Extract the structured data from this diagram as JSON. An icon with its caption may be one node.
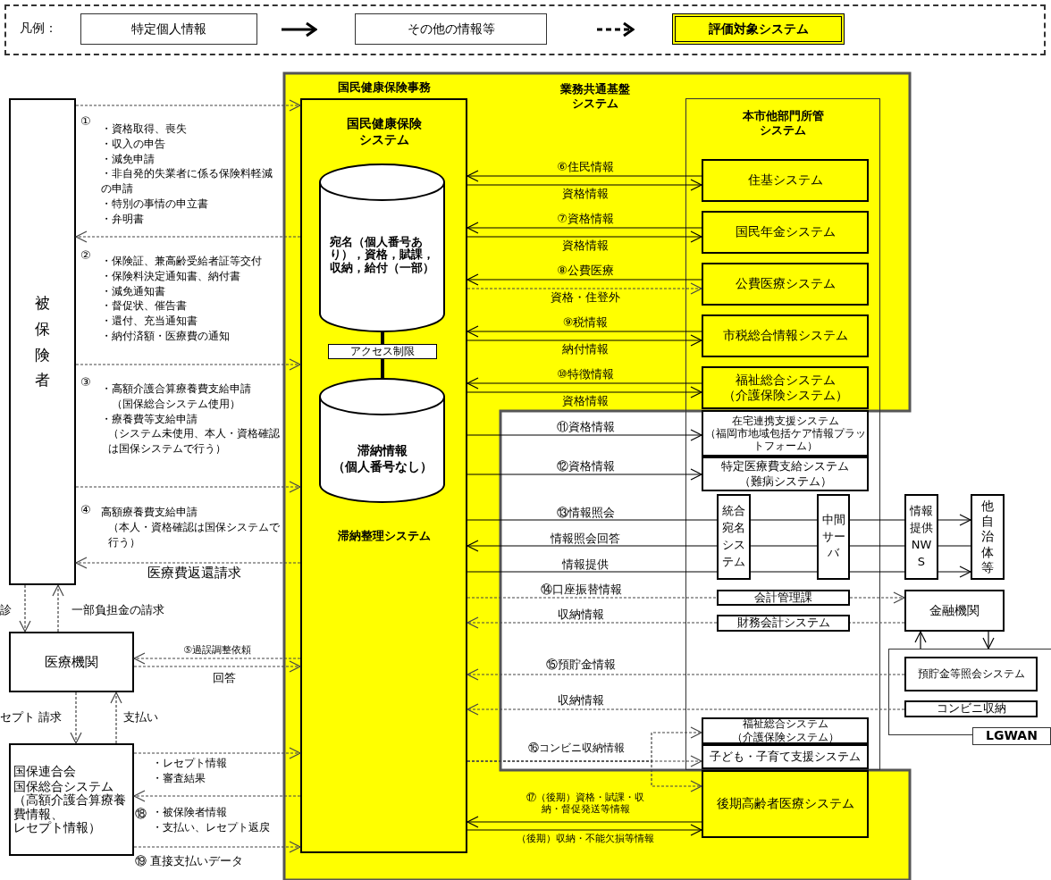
{
  "diagram": {
    "nodes": [
      {
        "text": [
          "被保険者"
        ]
      },
      {
        "text": [
          "業務共通基盤システム"
        ]
      },
      {
        "text": [
          "国民健康保険事務",
          "国民健康保険システム",
          "滞納整理システム"
        ],
        "in": 1
      },
      {
        "text": [
          "宛名（個人番号あり），資格，賦課，収納，給付（一部）"
        ],
        "in": 2
      },
      {
        "text": [
          "アクセス制限"
        ],
        "in": 2
      },
      {
        "text": [
          "滞納情報（個人番号なし）"
        ],
        "in": 2
      },
      {
        "text": [
          "本市他部門所管システム"
        ]
      },
      {
        "text": [
          "住基システム"
        ],
        "in": 6
      },
      {
        "text": [
          "国民年金システム"
        ],
        "in": 6
      },
      {
        "text": [
          "公費医療システム"
        ],
        "in": 6
      },
      {
        "text": [
          "市税総合情報システム"
        ],
        "in": 6
      },
      {
        "text": [
          "福祉総合システム（介護保険システム）"
        ],
        "in": 6
      },
      {
        "text": [
          "在宅連携支援システム",
          "（福岡市地域包括ケア情報プラットフォーム）"
        ],
        "in": 6
      },
      {
        "text": [
          "特定医療費支給システム（難病システム）"
        ],
        "in": 6
      },
      {
        "text": [
          "統合宛名システム"
        ],
        "in": 6
      },
      {
        "text": [
          "中間サーバ"
        ],
        "in": 6
      },
      {
        "text": [
          "情報提供NWS"
        ]
      },
      {
        "text": [
          "他自治体等"
        ]
      },
      {
        "text": [
          "会計管理課"
        ],
        "in": 6
      },
      {
        "text": [
          "財務会計システム"
        ],
        "in": 6
      },
      {
        "text": [
          "金融機関"
        ]
      },
      {
        "text": [
          "LGWAN"
        ]
      },
      {
        "text": [
          "預貯金等照会システム"
        ],
        "in": 21
      },
      {
        "text": [
          "コンビニ収納"
        ],
        "in": 21
      },
      {
        "text": [
          "福祉総合システム（介護保険システム）"
        ],
        "in": 6
      },
      {
        "text": [
          "子ども・子育て支援システム"
        ],
        "in": 6
      },
      {
        "text": [
          "後期高齢者医療システム"
        ],
        "in": 1
      },
      {
        "text": [
          "医療機関"
        ]
      },
      {
        "text": [
          "国保連合会",
          "国保総合システム（高額介護合算療養費情報、レセプト情報）"
        ]
      }
    ],
    "edges": [
      {
        "from": 0,
        "to": 2,
        "arrow": "to",
        "style": "dashed",
        "label": "①"
      },
      {
        "from": 2,
        "to": 0,
        "arrow": "to",
        "style": "dashed",
        "label": "②"
      },
      {
        "from": 0,
        "to": 2,
        "arrow": "to",
        "style": "dashed",
        "label": "③"
      },
      {
        "from": 0,
        "to": 2,
        "arrow": "to",
        "style": "dashed",
        "label": "④"
      },
      {
        "from": 2,
        "to": 0,
        "arrow": "to",
        "style": "dashed",
        "label": "医療費返還請求"
      },
      {
        "from": 0,
        "to": 27,
        "arrow": "to",
        "style": "dashed",
        "label": "診"
      },
      {
        "from": 27,
        "to": 0,
        "arrow": "to",
        "style": "dashed",
        "label": "一部負担金の請求"
      },
      {
        "from": 27,
        "to": 28,
        "arrow": "to",
        "style": "dashed",
        "label": "セプト 請求"
      },
      {
        "from": 28,
        "to": 27,
        "arrow": "to",
        "style": "dashed",
        "label": "支払い"
      },
      {
        "from": 2,
        "to": 27,
        "arrow": "to",
        "style": "dashed",
        "label": "⑤過誤調整依頼"
      },
      {
        "from": 27,
        "to": 2,
        "arrow": "to",
        "style": "dashed",
        "label": "回答"
      },
      {
        "from": 28,
        "to": 2,
        "arrow": "to",
        "style": "dashed"
      },
      {
        "from": 2,
        "to": 28,
        "arrow": "to",
        "style": "dashed",
        "label": "⑱"
      },
      {
        "from": 28,
        "to": 2,
        "arrow": "to",
        "style": "dashed",
        "label": "⑲ 直接支払いデータ"
      },
      {
        "from": 7,
        "to": 2,
        "arrow": "to",
        "label": "⑥住民情報"
      },
      {
        "from": 2,
        "to": 7,
        "arrow": "to",
        "label": "資格情報"
      },
      {
        "from": 8,
        "to": 2,
        "arrow": "to",
        "label": "⑦資格情報"
      },
      {
        "from": 2,
        "to": 8,
        "arrow": "to",
        "label": "資格情報"
      },
      {
        "from": 9,
        "to": 2,
        "arrow": "to",
        "label": "⑧公費医療"
      },
      {
        "from": 2,
        "to": 9,
        "arrow": "to",
        "style": "dashed",
        "label": "資格・住登外"
      },
      {
        "from": 10,
        "to": 2,
        "arrow": "to",
        "label": "⑨税情報"
      },
      {
        "from": 2,
        "to": 10,
        "arrow": "to",
        "label": "納付情報"
      },
      {
        "from": 11,
        "to": 2,
        "arrow": "to",
        "label": "⑩特徴情報"
      },
      {
        "from": 2,
        "to": 11,
        "arrow": "to",
        "label": "資格情報"
      },
      {
        "from": 2,
        "to": 12,
        "arrow": "to",
        "label": "⑪資格情報"
      },
      {
        "from": 2,
        "to": 13,
        "arrow": "to",
        "label": "⑫資格情報"
      },
      {
        "from": 2,
        "to": 14,
        "arrow": "none",
        "label": "⑬情報照会"
      },
      {
        "from": 14,
        "to": 15,
        "arrow": "none"
      },
      {
        "from": 15,
        "to": 16,
        "arrow": "none"
      },
      {
        "from": 16,
        "to": 17,
        "arrow": "to"
      },
      {
        "from": 17,
        "to": 16,
        "arrow": "none"
      },
      {
        "from": 16,
        "to": 15,
        "arrow": "none"
      },
      {
        "from": 15,
        "to": 14,
        "arrow": "none"
      },
      {
        "from": 14,
        "to": 2,
        "arrow": "to",
        "label": "情報照会回答"
      },
      {
        "from": 2,
        "to": 14,
        "arrow": "none",
        "label": "情報提供"
      },
      {
        "from": 14,
        "to": 15,
        "arrow": "none"
      },
      {
        "from": 15,
        "to": 16,
        "arrow": "none"
      },
      {
        "from": 16,
        "to": 17,
        "arrow": "to"
      },
      {
        "from": 2,
        "to": 18,
        "arrow": "none",
        "style": "dashed",
        "label": "⑭口座振替情報"
      },
      {
        "from": 18,
        "to": 20,
        "arrow": "to",
        "style": "dashed"
      },
      {
        "from": 20,
        "to": 19,
        "arrow": "none",
        "style": "dashed"
      },
      {
        "from": 19,
        "to": 2,
        "arrow": "to",
        "style": "dashed",
        "label": "収納情報"
      },
      {
        "from": 21,
        "to": 20,
        "arrow": "to"
      },
      {
        "from": 20,
        "to": 21,
        "arrow": "to"
      },
      {
        "from": 22,
        "to": 2,
        "arrow": "to",
        "style": "dashed",
        "label": "⑮預貯金情報"
      },
      {
        "from": 23,
        "to": 2,
        "arrow": "to",
        "style": "dashed",
        "label": "収納情報"
      },
      {
        "from": 2,
        "to": 24,
        "arrow": "to",
        "style": "dashed",
        "label": "⑯コンビニ収納情報"
      },
      {
        "from": 2,
        "to": 25,
        "arrow": "to",
        "style": "dashed"
      },
      {
        "from": 2,
        "to": 26,
        "arrow": "to",
        "style": "dashed"
      },
      {
        "from": 26,
        "to": 2,
        "arrow": "to",
        "label": "⑰（後期）資格・賦課・収納・督促発送等情報"
      },
      {
        "from": 2,
        "to": 26,
        "arrow": "to",
        "label": "（後期）収納・不能欠損等情報"
      },
      {
        "from": 3,
        "to": 4,
        "arrow": "none",
        "style": "thick"
      },
      {
        "from": 4,
        "to": 5,
        "arrow": "none",
        "style": "thick"
      }
    ],
    "labels": [
      "凡例：",
      "・資格取得、喪失",
      "・収入の申告",
      "・減免申請",
      "・非自発的失業者に係る保険料軽減の申請",
      "・特別の事情の申立書",
      "・弁明書",
      "・保険証、兼高齢受給者証等交付",
      "・保険料決定通知書、納付書",
      "・減免通知書",
      "・督促状、催告書",
      "・還付、充当通知書",
      "・納付済額・医療費の通知",
      "・高額介護合算療養費支給申請",
      "（国保総合システム使用）",
      "・療養費等支給申請",
      "（システム未使用、本人・資格確認は国保システムで行う）",
      "高額療養費支給申請",
      "（本人・資格確認は国保システムで行う）",
      "・レセプト情報",
      "・審査結果",
      "・被保険者情報",
      "・支払い、レセプト返戻"
    ],
    "legend": [
      {
        "text": "特定個人情報"
      },
      {
        "text": "その他の情報等"
      },
      {
        "text": "評価対象システム",
        "color": "#ffff00"
      }
    ]
  }
}
